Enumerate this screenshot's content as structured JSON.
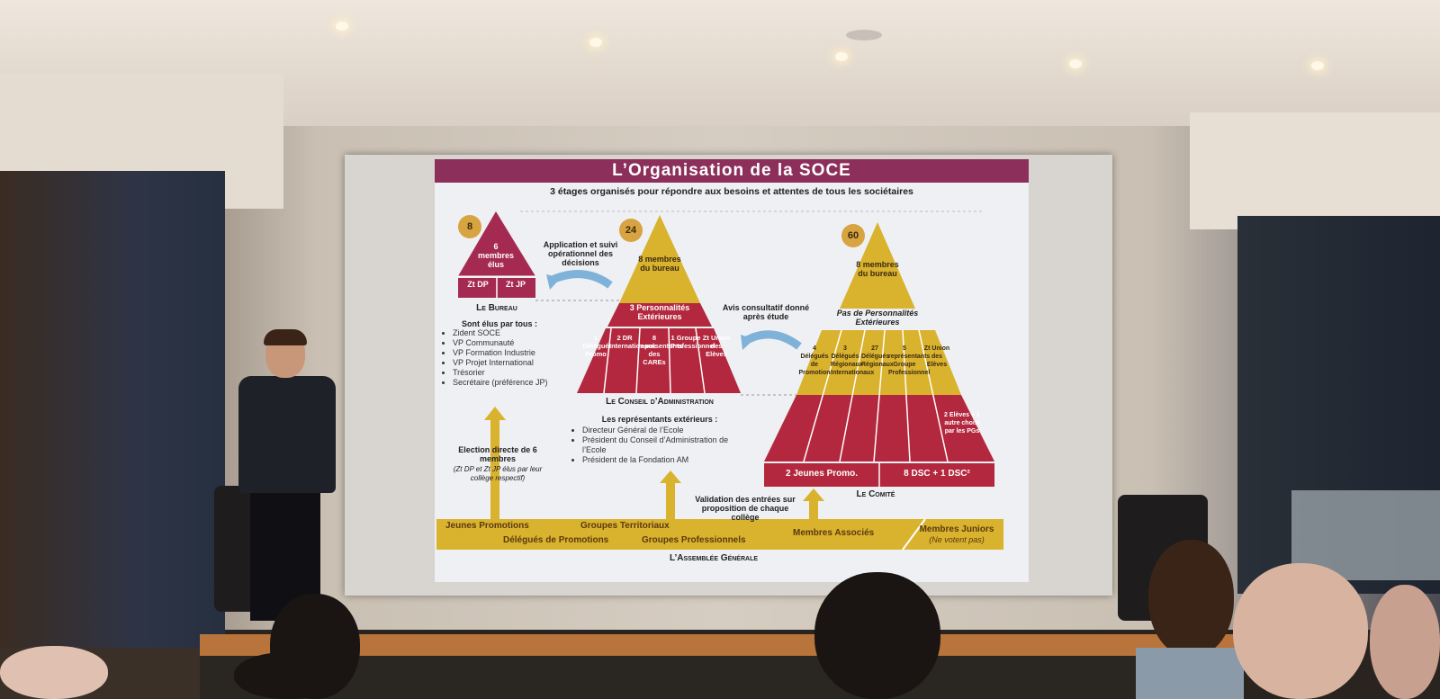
{
  "slide": {
    "title": "L’Organisation de la SOCE",
    "subtitle": "3 étages organisés pour répondre aux besoins et attentes de tous les sociétaires",
    "bureau": {
      "count": "8",
      "top": "6 membres élus",
      "left": "Zt DP",
      "right": "Zt JP",
      "label": "Le Bureau",
      "elected_title": "Sont élus par tous :",
      "elected": [
        "Zident SOCE",
        "VP Communauté",
        "VP Formation Industrie",
        "VP Projet International",
        "Trésorier",
        "Secrétaire (préférence JP)"
      ]
    },
    "arrow_text_1": "Application et suivi opérationnel des décisions",
    "ca": {
      "count": "24",
      "top": "8 membres du bureau",
      "middle": "3 Personnalités Extérieures",
      "columns": [
        "1 Délégué Promo",
        "2 DR Internationaux",
        "8 représentants des CAREs",
        "1 Groupe Professionnel",
        "Zt Union des Elèves"
      ],
      "label": "Le Conseil d’Administration",
      "ext_title": "Les représentants extérieurs :",
      "ext": [
        "Directeur Général de l’Ecole",
        "Président du Conseil d’Administration de l’Ecole",
        "Président de la Fondation AM"
      ]
    },
    "arrow_text_2": "Avis consultatif donné après étude",
    "comite": {
      "count": "60",
      "top": "8 membres du bureau",
      "note": "Pas de Personnalités Extérieures",
      "columns": [
        "4 Délégués de Promotion",
        "3 Délégués Régionaux Internationaux",
        "27 Délégués Régionaux",
        "5 représentants Groupe Professionnel",
        "Zt Union des Elèves",
        "2 Elèves + 1 autre choisi par les PGs"
      ],
      "bottom_left": "2 Jeunes Promo.",
      "bottom_right": "8 DSC + 1 DSC²",
      "label": "Le Comité"
    },
    "election": "Election directe de 6 membres",
    "election_note": "(Zt DP et Zt JP élus par leur collège respectif)",
    "validation": "Validation des entrées sur proposition de chaque collège",
    "ag": {
      "items": [
        "Jeunes Promotions",
        "Groupes Territoriaux",
        "Délégués de Promotions",
        "Groupes Professionnels",
        "Membres Associés"
      ],
      "juniors": "Membres Juniors",
      "juniors_note": "(Ne votent pas)",
      "label": "L’Assemblée Générale"
    },
    "colors": {
      "title_bar": "#8c2f5a",
      "crimson": "#b3283e",
      "gold": "#d9b22e",
      "arrow_blue": "#7fb2d8"
    }
  }
}
